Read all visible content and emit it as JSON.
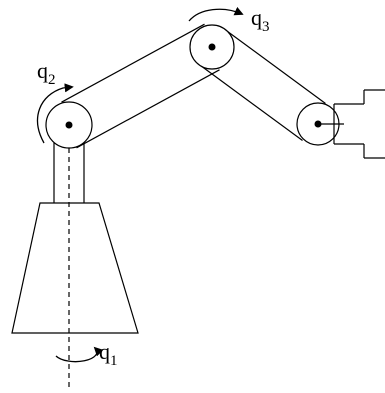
{
  "diagram": {
    "joints": [
      {
        "id": "q1",
        "letter": "q",
        "index": "1"
      },
      {
        "id": "q2",
        "letter": "q",
        "index": "2"
      },
      {
        "id": "q3",
        "letter": "q",
        "index": "3"
      }
    ],
    "colors": {
      "ink": "#000000",
      "background": "#ffffff"
    }
  }
}
